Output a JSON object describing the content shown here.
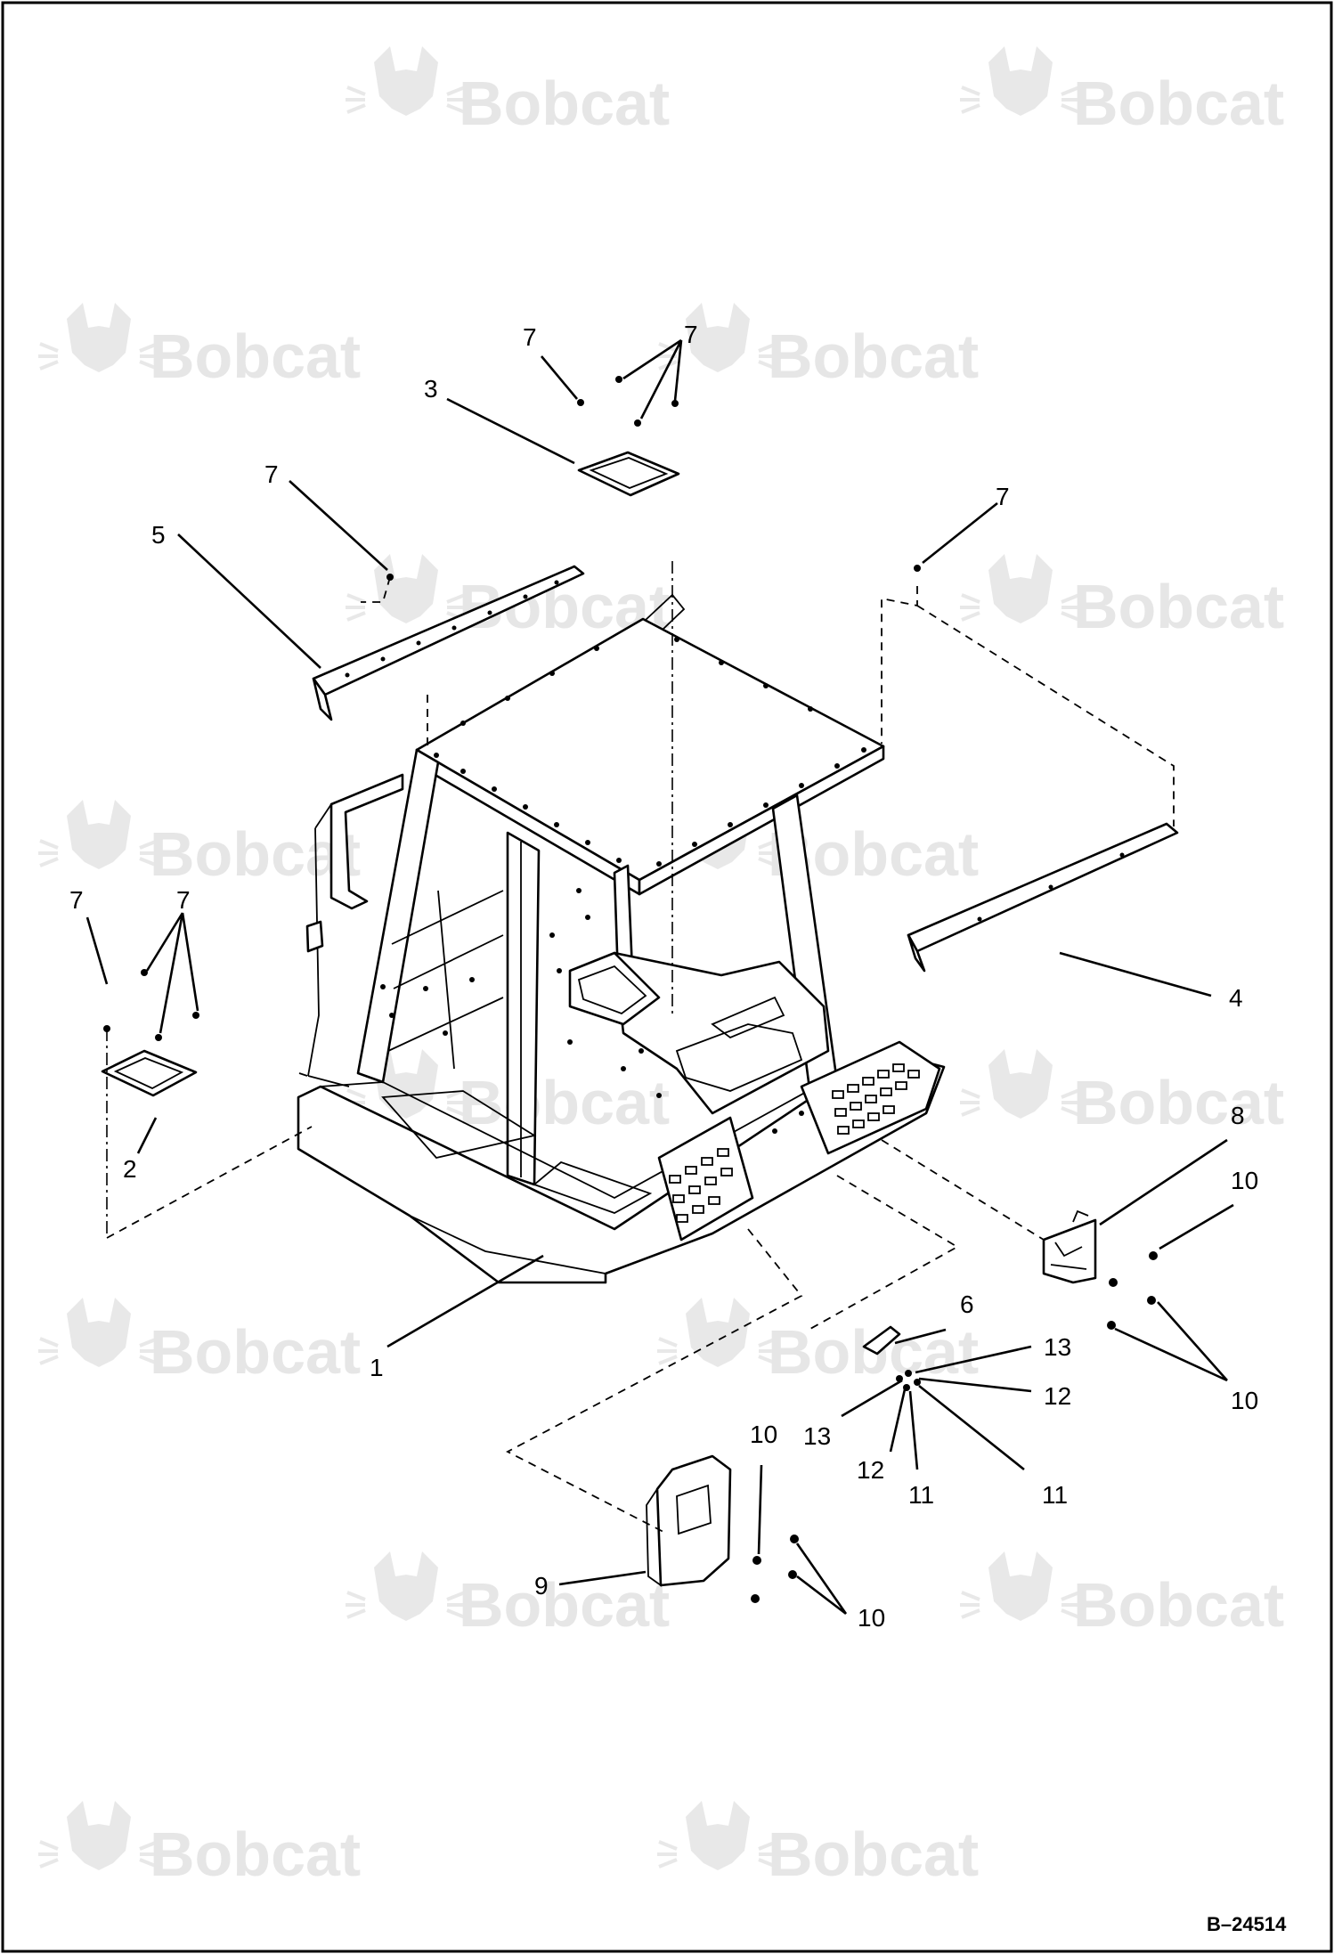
{
  "drawing": {
    "figure_id": "B–24514",
    "watermark_text": "Bobcat",
    "colors": {
      "line": "#000000",
      "watermark": "#e6e6e6",
      "background": "#ffffff"
    }
  },
  "callouts": {
    "c1": "1",
    "c2": "2",
    "c3": "3",
    "c4": "4",
    "c5": "5",
    "c6": "6",
    "c7a": "7",
    "c7b": "7",
    "c7c": "7",
    "c7d": "7",
    "c7e": "7",
    "c7f": "7",
    "c8": "8",
    "c9": "9",
    "c10a": "10",
    "c10b": "10",
    "c10c": "10",
    "c10d": "10",
    "c11a": "11",
    "c11b": "11",
    "c12a": "12",
    "c12b": "12",
    "c13a": "13",
    "c13b": "13"
  }
}
